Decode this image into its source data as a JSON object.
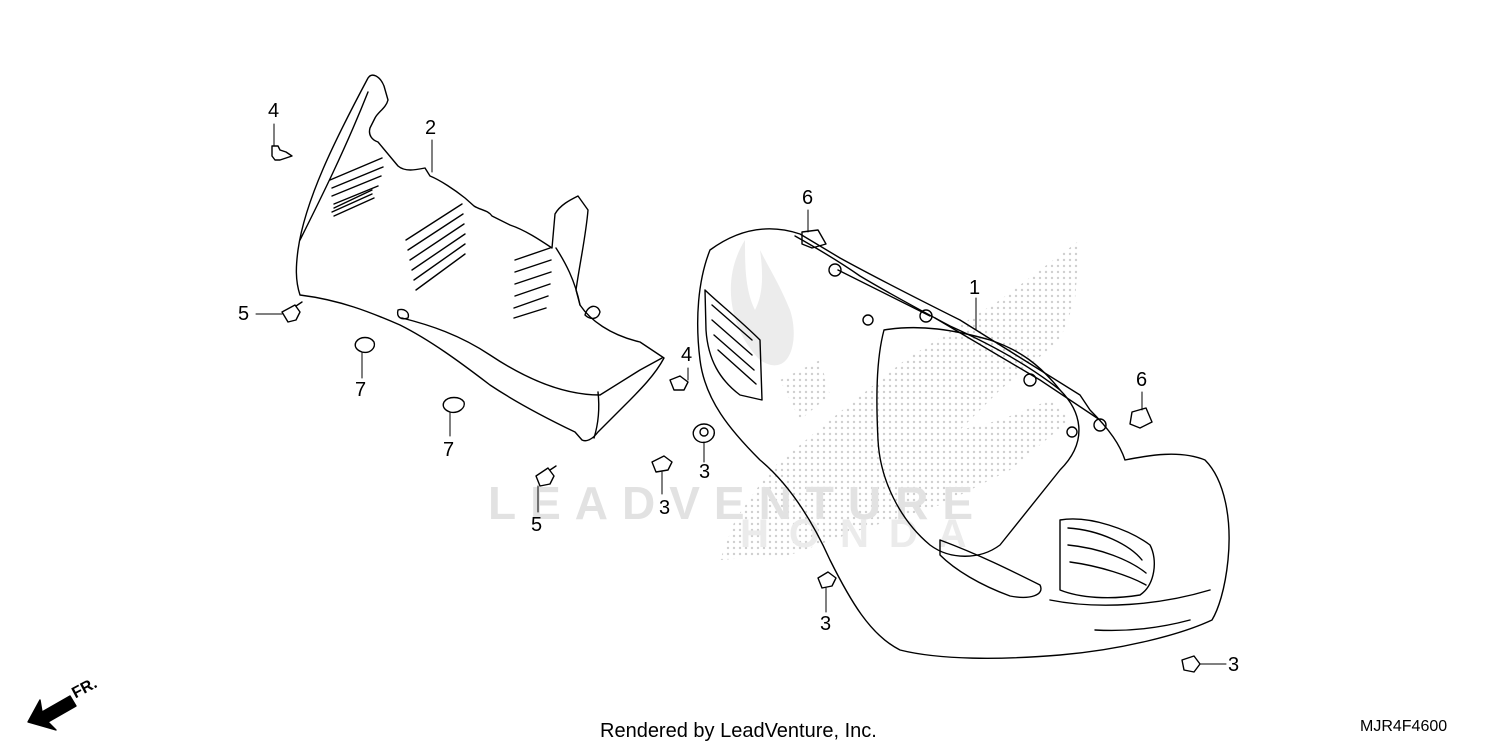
{
  "watermark": {
    "text": "LEADVENTURE",
    "sub_text": "HONDA"
  },
  "callouts": [
    {
      "id": "1",
      "label": "1"
    },
    {
      "id": "2",
      "label": "2"
    },
    {
      "id": "3a",
      "label": "3"
    },
    {
      "id": "3b",
      "label": "3"
    },
    {
      "id": "3c",
      "label": "3"
    },
    {
      "id": "3d",
      "label": "3"
    },
    {
      "id": "4a",
      "label": "4"
    },
    {
      "id": "4b",
      "label": "4"
    },
    {
      "id": "5a",
      "label": "5"
    },
    {
      "id": "5b",
      "label": "5"
    },
    {
      "id": "6a",
      "label": "6"
    },
    {
      "id": "6b",
      "label": "6"
    },
    {
      "id": "7a",
      "label": "7"
    },
    {
      "id": "7b",
      "label": "7"
    }
  ],
  "front_arrow": {
    "label": "FR."
  },
  "footer": {
    "credit": "Rendered by LeadVenture, Inc.",
    "diagram_code": "MJR4F4600"
  },
  "colors": {
    "line": "#000000",
    "watermark": "#d4d4d4",
    "background": "#ffffff"
  }
}
